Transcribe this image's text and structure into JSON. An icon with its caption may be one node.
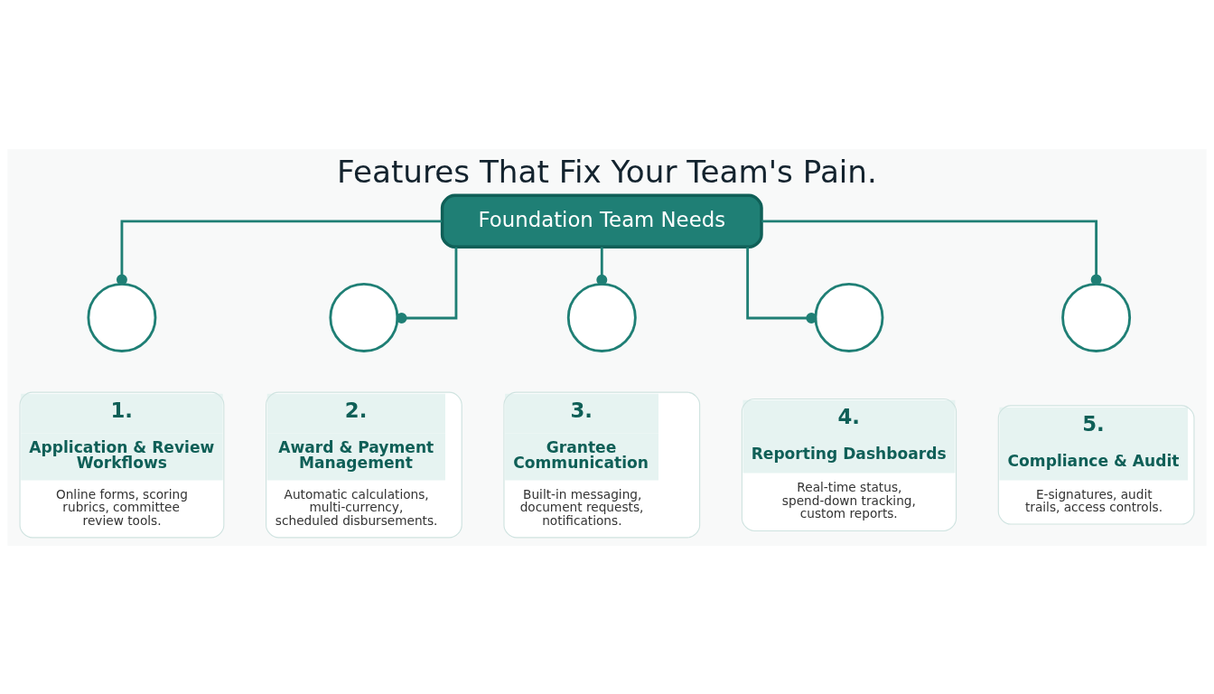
{
  "diagram": {
    "title": "Features That Fix Your Team's Pain.",
    "nodes": [
      {
        "text": [
          "Foundation Team Needs"
        ]
      },
      {
        "text": [],
        "shape": "circle"
      },
      {
        "text": [],
        "shape": "circle"
      },
      {
        "text": [],
        "shape": "circle"
      },
      {
        "text": [],
        "shape": "circle"
      },
      {
        "text": [],
        "shape": "circle"
      },
      {
        "text": [
          "1.",
          "Application & Review Workflows",
          "Online forms, scoring rubrics, committee review tools."
        ]
      },
      {
        "text": [
          "2.",
          "Award & Payment Management",
          "Automatic calculations, multi-currency, scheduled disbursements."
        ]
      },
      {
        "text": [
          "3.",
          "Grantee Communication",
          "Built-in messaging, document requests, notifications."
        ]
      },
      {
        "text": [
          "4.",
          "Reporting Dashboards",
          "Real-time status, spend-down tracking, custom reports."
        ]
      },
      {
        "text": [
          "5.",
          "Compliance & Audit",
          "E-signatures, audit trails, access controls."
        ]
      }
    ],
    "edges": [
      {
        "from": 0,
        "to": 1,
        "arrow": "other"
      },
      {
        "from": 0,
        "to": 2,
        "arrow": "other"
      },
      {
        "from": 0,
        "to": 3,
        "arrow": "other"
      },
      {
        "from": 0,
        "to": 4,
        "arrow": "other"
      },
      {
        "from": 0,
        "to": 5,
        "arrow": "other"
      }
    ]
  }
}
